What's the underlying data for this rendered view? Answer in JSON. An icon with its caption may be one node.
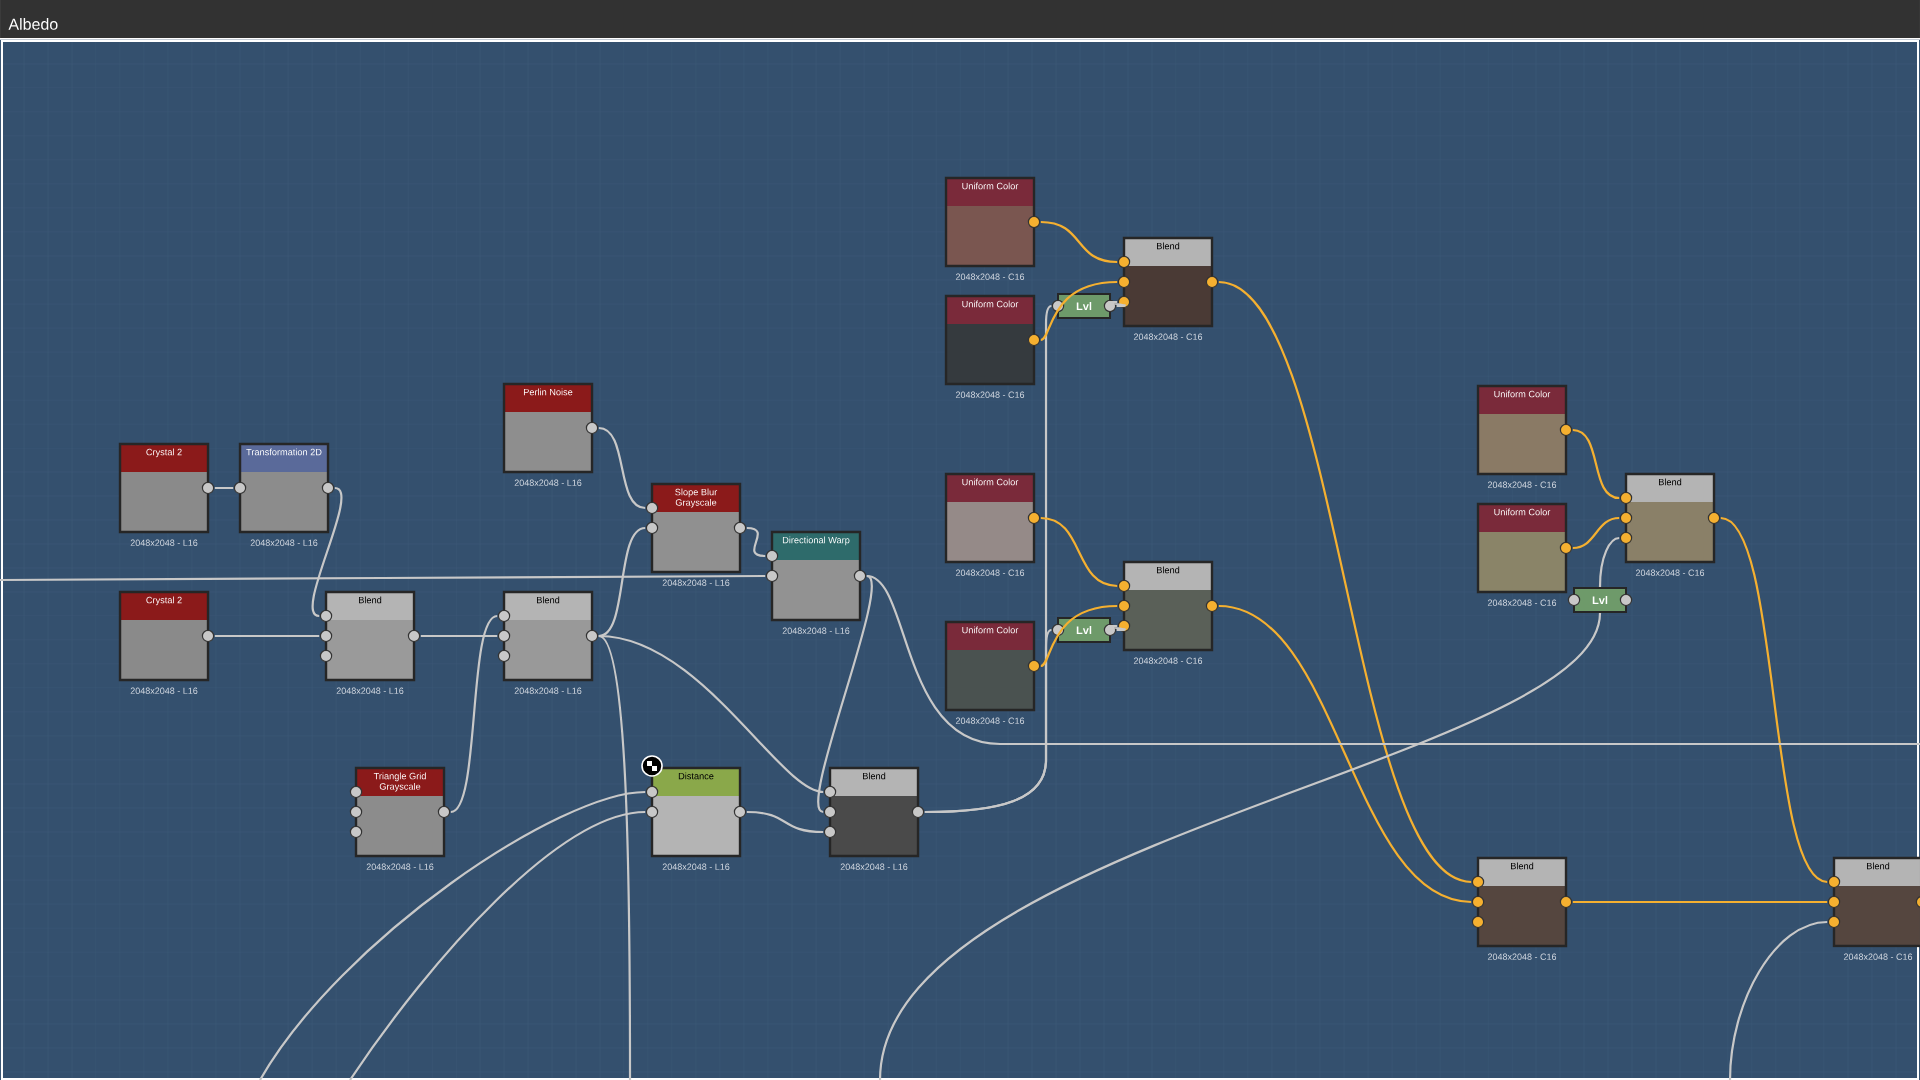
{
  "diagram": {
    "nodes": [
      {
        "text": [
          "Crystal 2"
        ],
        "beside": [
          "2048x2048 - L16"
        ]
      },
      {
        "text": [
          "Transformation 2D"
        ],
        "beside": [
          "2048x2048 - L16"
        ]
      },
      {
        "text": [
          "Crystal 2"
        ],
        "beside": [
          "2048x2048 - L16"
        ]
      },
      {
        "text": [
          "Blend"
        ],
        "beside": [
          "2048x2048 - L16"
        ]
      },
      {
        "text": [
          "Perlin Noise"
        ],
        "beside": [
          "2048x2048 - L16"
        ]
      },
      {
        "text": [
          "Blend"
        ],
        "beside": [
          "2048x2048 - L16"
        ]
      },
      {
        "text": [
          "Slope Blur Grayscale"
        ],
        "beside": [
          "2048x2048 - L16"
        ]
      },
      {
        "text": [
          "Directional Warp"
        ],
        "beside": [
          "2048x2048 - L16"
        ]
      },
      {
        "text": [
          "Triangle Grid Grayscale"
        ],
        "beside": [
          "2048x2048 - L16"
        ]
      },
      {
        "text": [
          "Distance"
        ],
        "beside": [
          "2048x2048 - L16"
        ]
      },
      {
        "text": [
          "Blend"
        ],
        "beside": [
          "2048x2048 - L16"
        ]
      },
      {
        "text": [
          "Uniform Color"
        ],
        "beside": [
          "2048x2048 - C16"
        ]
      },
      {
        "text": [
          "Uniform Color"
        ],
        "beside": [
          "2048x2048 - C16"
        ]
      },
      {
        "text": [
          "Lvl"
        ]
      },
      {
        "text": [
          "Blend"
        ],
        "beside": [
          "2048x2048 - C16"
        ]
      },
      {
        "text": [
          "Uniform Color"
        ],
        "beside": [
          "2048x2048 - C16"
        ]
      },
      {
        "text": [
          "Uniform Color"
        ],
        "beside": [
          "2048x2048 - C16"
        ]
      },
      {
        "text": [
          "Lvl"
        ]
      },
      {
        "text": [
          "Blend"
        ],
        "beside": [
          "2048x2048 - C16"
        ]
      },
      {
        "text": [
          "Uniform Color"
        ],
        "beside": [
          "2048x2048 - C16"
        ]
      },
      {
        "text": [
          "Uniform Color"
        ],
        "beside": [
          "2048x2048 - C16"
        ]
      },
      {
        "text": [
          "Lvl"
        ]
      },
      {
        "text": [
          "Blend"
        ],
        "beside": [
          "2048x2048 - C16"
        ]
      },
      {
        "text": [
          "Blend"
        ],
        "beside": [
          "2048x2048 - C16"
        ]
      },
      {
        "text": [
          "Blend"
        ],
        "beside": [
          "2048x2048 - C16"
        ]
      }
    ],
    "edges": [
      {
        "from": 0,
        "to": 1,
        "arrow": "none"
      },
      {
        "from": 1,
        "to": 3,
        "arrow": "none"
      },
      {
        "from": 2,
        "to": 3,
        "arrow": "none"
      },
      {
        "from": 3,
        "to": 5,
        "arrow": "none"
      },
      {
        "from": 4,
        "to": 6,
        "arrow": "none"
      },
      {
        "from": 5,
        "to": 6,
        "arrow": "none"
      },
      {
        "from": 6,
        "to": 7,
        "arrow": "none"
      },
      {
        "from": 7,
        "to": 10,
        "arrow": "none"
      },
      {
        "from": 8,
        "to": 5,
        "arrow": "none"
      },
      {
        "from": 9,
        "to": 10,
        "arrow": "none"
      },
      {
        "from": 5,
        "to": 10,
        "arrow": "none"
      },
      {
        "from": 10,
        "to": 13,
        "arrow": "none"
      },
      {
        "from": 10,
        "to": 17,
        "arrow": "none"
      },
      {
        "from": 11,
        "to": 14,
        "arrow": "none",
        "color": "#f5b030"
      },
      {
        "from": 12,
        "to": 14,
        "arrow": "none",
        "color": "#f5b030"
      },
      {
        "from": 13,
        "to": 14,
        "arrow": "none"
      },
      {
        "from": 14,
        "to": 23,
        "arrow": "none",
        "color": "#f5b030"
      },
      {
        "from": 15,
        "to": 18,
        "arrow": "none",
        "color": "#f5b030"
      },
      {
        "from": 16,
        "to": 18,
        "arrow": "none",
        "color": "#f5b030"
      },
      {
        "from": 17,
        "to": 18,
        "arrow": "none"
      },
      {
        "from": 18,
        "to": 23,
        "arrow": "none",
        "color": "#f5b030"
      },
      {
        "from": 19,
        "to": 22,
        "arrow": "none",
        "color": "#f5b030"
      },
      {
        "from": 20,
        "to": 22,
        "arrow": "none",
        "color": "#f5b030"
      },
      {
        "from": 21,
        "to": 22,
        "arrow": "none"
      },
      {
        "from": 22,
        "to": 24,
        "arrow": "none",
        "color": "#f5b030"
      },
      {
        "from": 23,
        "to": 24,
        "arrow": "none",
        "color": "#f5b030"
      },
      {
        "from": 7,
        "to": null,
        "arrow": "none"
      },
      {
        "from": 5,
        "to": null,
        "arrow": "none"
      },
      {
        "from": null,
        "to": 9,
        "arrow": "none"
      },
      {
        "from": null,
        "to": 9,
        "arrow": "none"
      },
      {
        "from": null,
        "to": 7,
        "arrow": "none"
      },
      {
        "from": null,
        "to": 21,
        "arrow": "none"
      },
      {
        "from": null,
        "to": 24,
        "arrow": "none"
      }
    ],
    "labels": [
      "Albedo"
    ]
  }
}
